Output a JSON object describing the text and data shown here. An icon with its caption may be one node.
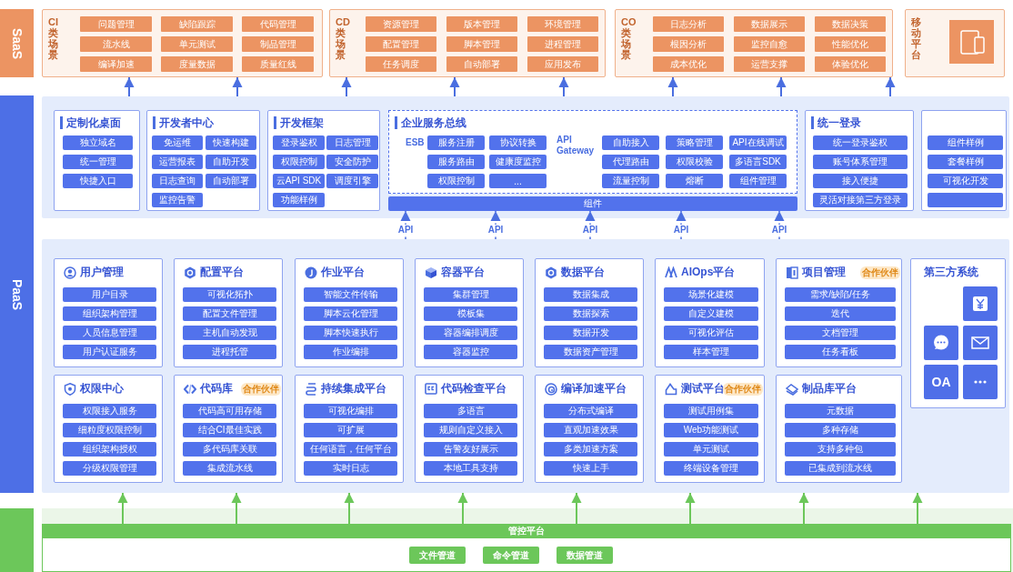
{
  "diagram": {
    "nodes": [
      {
        "text": [
          "CI类场景"
        ]
      },
      {
        "text": [
          "问题管理"
        ],
        "in": 0
      },
      {
        "text": [
          "缺陷跟踪"
        ],
        "in": 0
      },
      {
        "text": [
          "代码管理"
        ],
        "in": 0
      },
      {
        "text": [
          "流水线"
        ],
        "in": 0
      },
      {
        "text": [
          "单元测试"
        ],
        "in": 0
      },
      {
        "text": [
          "制品管理"
        ],
        "in": 0
      },
      {
        "text": [
          "编译加速"
        ],
        "in": 0
      },
      {
        "text": [
          "度量数据"
        ],
        "in": 0
      },
      {
        "text": [
          "质量红线"
        ],
        "in": 0
      },
      {
        "text": [
          "CD类场景"
        ]
      },
      {
        "text": [
          "资源管理"
        ],
        "in": 10
      },
      {
        "text": [
          "版本管理"
        ],
        "in": 10
      },
      {
        "text": [
          "环境管理"
        ],
        "in": 10
      },
      {
        "text": [
          "配置管理"
        ],
        "in": 10
      },
      {
        "text": [
          "脚本管理"
        ],
        "in": 10
      },
      {
        "text": [
          "进程管理"
        ],
        "in": 10
      },
      {
        "text": [
          "任务调度"
        ],
        "in": 10
      },
      {
        "text": [
          "自动部署"
        ],
        "in": 10
      },
      {
        "text": [
          "应用发布"
        ],
        "in": 10
      },
      {
        "text": [
          "CO类场景"
        ]
      },
      {
        "text": [
          "日志分析"
        ],
        "in": 20
      },
      {
        "text": [
          "数据展示"
        ],
        "in": 20
      },
      {
        "text": [
          "数据决策"
        ],
        "in": 20
      },
      {
        "text": [
          "根因分析"
        ],
        "in": 20
      },
      {
        "text": [
          "监控自愈"
        ],
        "in": 20
      },
      {
        "text": [
          "性能优化"
        ],
        "in": 20
      },
      {
        "text": [
          "成本优化"
        ],
        "in": 20
      },
      {
        "text": [
          "运营支撑"
        ],
        "in": 20
      },
      {
        "text": [
          "体验优化"
        ],
        "in": 20
      },
      {
        "text": [
          "移动平台"
        ]
      },
      {
        "text": [],
        "shape": "box"
      },
      {
        "text": [
          "定制化桌面"
        ],
        "in": 31
      },
      {
        "text": [
          "独立域名"
        ],
        "in": 32
      },
      {
        "text": [
          "统一管理"
        ],
        "in": 32
      },
      {
        "text": [
          "快捷入口"
        ],
        "in": 32
      },
      {
        "text": [
          "开发者中心"
        ],
        "in": 31
      },
      {
        "text": [
          "免运维"
        ],
        "in": 36
      },
      {
        "text": [
          "快速构建"
        ],
        "in": 36
      },
      {
        "text": [
          "运营报表"
        ],
        "in": 36
      },
      {
        "text": [
          "自助开发"
        ],
        "in": 36
      },
      {
        "text": [
          "日志查询"
        ],
        "in": 36
      },
      {
        "text": [
          "自动部署"
        ],
        "in": 36
      },
      {
        "text": [
          "监控告警"
        ],
        "in": 36
      },
      {
        "text": [
          "开发框架"
        ],
        "in": 31
      },
      {
        "text": [
          "登录鉴权"
        ],
        "in": 44
      },
      {
        "text": [
          "日志管理"
        ],
        "in": 44
      },
      {
        "text": [
          "权限控制"
        ],
        "in": 44
      },
      {
        "text": [
          "安全防护"
        ],
        "in": 44
      },
      {
        "text": [
          "云API SDK"
        ],
        "in": 44
      },
      {
        "text": [
          "调度引擎"
        ],
        "in": 44
      },
      {
        "text": [
          "功能样例"
        ],
        "in": 44
      },
      {
        "text": [
          "企业服务总线",
          "ESB",
          "API Gateway"
        ],
        "in": 31
      },
      {
        "text": [
          "服务注册"
        ],
        "in": 52
      },
      {
        "text": [
          "协议转换"
        ],
        "in": 52
      },
      {
        "text": [
          "服务路由"
        ],
        "in": 52
      },
      {
        "text": [
          "健康度监控"
        ],
        "in": 52
      },
      {
        "text": [
          "权限控制"
        ],
        "in": 52
      },
      {
        "text": [
          "..."
        ],
        "in": 52
      },
      {
        "text": [
          "自助接入"
        ],
        "in": 52
      },
      {
        "text": [
          "策略管理"
        ],
        "in": 52
      },
      {
        "text": [
          "API在线调试"
        ],
        "in": 52
      },
      {
        "text": [
          "代理路由"
        ],
        "in": 52
      },
      {
        "text": [
          "权限校验"
        ],
        "in": 52
      },
      {
        "text": [
          "多语言SDK"
        ],
        "in": 52
      },
      {
        "text": [
          "流量控制"
        ],
        "in": 52
      },
      {
        "text": [
          "熔断"
        ],
        "in": 52
      },
      {
        "text": [
          "组件管理"
        ],
        "in": 52
      },
      {
        "text": [
          "组件"
        ],
        "in": 31
      },
      {
        "text": [
          "统一登录"
        ],
        "in": 31
      },
      {
        "text": [
          "统一登录鉴权"
        ],
        "in": 69
      },
      {
        "text": [
          "账号体系管理"
        ],
        "in": 69
      },
      {
        "text": [
          "接入便捷"
        ],
        "in": 69
      },
      {
        "text": [
          "灵活对接第三方登录"
        ],
        "in": 69
      },
      {
        "text": [],
        "shape": "box",
        "in": 31
      },
      {
        "text": [
          "组件样例"
        ],
        "in": 74
      },
      {
        "text": [
          "套餐样例"
        ],
        "in": 74
      },
      {
        "text": [
          "可视化开发"
        ],
        "in": 74
      },
      {
        "text": [],
        "shape": "box",
        "in": 74
      },
      {
        "text": [],
        "shape": "box"
      },
      {
        "text": [
          "用户管理"
        ],
        "in": 79
      },
      {
        "text": [
          "用户目录"
        ],
        "in": 80
      },
      {
        "text": [
          "组织架构管理"
        ],
        "in": 80
      },
      {
        "text": [
          "人员信息管理"
        ],
        "in": 80
      },
      {
        "text": [
          "用户认证服务"
        ],
        "in": 80
      },
      {
        "text": [
          "配置平台"
        ],
        "in": 79
      },
      {
        "text": [
          "可视化拓扑"
        ],
        "in": 85
      },
      {
        "text": [
          "配置文件管理"
        ],
        "in": 85
      },
      {
        "text": [
          "主机自动发现"
        ],
        "in": 85
      },
      {
        "text": [
          "进程托管"
        ],
        "in": 85
      },
      {
        "text": [
          "作业平台"
        ],
        "in": 79
      },
      {
        "text": [
          "智能文件传输"
        ],
        "in": 90
      },
      {
        "text": [
          "脚本云化管理"
        ],
        "in": 90
      },
      {
        "text": [
          "脚本快速执行"
        ],
        "in": 90
      },
      {
        "text": [
          "作业编排"
        ],
        "in": 90
      },
      {
        "text": [
          "容器平台"
        ],
        "in": 79
      },
      {
        "text": [
          "集群管理"
        ],
        "in": 95
      },
      {
        "text": [
          "模板集"
        ],
        "in": 95
      },
      {
        "text": [
          "容器编排调度"
        ],
        "in": 95
      },
      {
        "text": [
          "容器监控"
        ],
        "in": 95
      },
      {
        "text": [
          "数据平台"
        ],
        "in": 79
      },
      {
        "text": [
          "数据集成"
        ],
        "in": 100
      },
      {
        "text": [
          "数据探索"
        ],
        "in": 100
      },
      {
        "text": [
          "数据开发"
        ],
        "in": 100
      },
      {
        "text": [
          "数据资产管理"
        ],
        "in": 100
      },
      {
        "text": [
          "AIOps平台"
        ],
        "in": 79
      },
      {
        "text": [
          "场景化建模"
        ],
        "in": 105
      },
      {
        "text": [
          "自定义建模"
        ],
        "in": 105
      },
      {
        "text": [
          "可视化评估"
        ],
        "in": 105
      },
      {
        "text": [
          "样本管理"
        ],
        "in": 105
      },
      {
        "text": [
          "项目管理"
        ],
        "in": 79,
        "beside": [
          "合作伙伴"
        ]
      },
      {
        "text": [
          "需求/缺陷/任务"
        ],
        "in": 110
      },
      {
        "text": [
          "迭代"
        ],
        "in": 110
      },
      {
        "text": [
          "文档管理"
        ],
        "in": 110
      },
      {
        "text": [
          "任务看板"
        ],
        "in": 110
      },
      {
        "text": [
          "第三方系统"
        ],
        "in": 79
      },
      {
        "text": [
          "权限中心"
        ],
        "in": 79
      },
      {
        "text": [
          "权限接入服务"
        ],
        "in": 116
      },
      {
        "text": [
          "细粒度权限控制"
        ],
        "in": 116
      },
      {
        "text": [
          "组织架构授权"
        ],
        "in": 116
      },
      {
        "text": [
          "分级权限管理"
        ],
        "in": 116
      },
      {
        "text": [
          "代码库"
        ],
        "in": 79,
        "beside": [
          "合作伙伴"
        ]
      },
      {
        "text": [
          "代码高可用存储"
        ],
        "in": 121
      },
      {
        "text": [
          "结合CI最佳实践"
        ],
        "in": 121
      },
      {
        "text": [
          "多代码库关联"
        ],
        "in": 121
      },
      {
        "text": [
          "集成流水线"
        ],
        "in": 121
      },
      {
        "text": [
          "持续集成平台"
        ],
        "in": 79
      },
      {
        "text": [
          "可视化编排"
        ],
        "in": 126
      },
      {
        "text": [
          "可扩展"
        ],
        "in": 126
      },
      {
        "text": [
          "任何语言，任何平台"
        ],
        "in": 126
      },
      {
        "text": [
          "实时日志"
        ],
        "in": 126
      },
      {
        "text": [
          "代码检查平台"
        ],
        "in": 79
      },
      {
        "text": [
          "多语言"
        ],
        "in": 131
      },
      {
        "text": [
          "规则自定义接入"
        ],
        "in": 131
      },
      {
        "text": [
          "告警友好展示"
        ],
        "in": 131
      },
      {
        "text": [
          "本地工具支持"
        ],
        "in": 131
      },
      {
        "text": [
          "编译加速平台"
        ],
        "in": 79
      },
      {
        "text": [
          "分布式编译"
        ],
        "in": 136
      },
      {
        "text": [
          "直观加速效果"
        ],
        "in": 136
      },
      {
        "text": [
          "多类加速方案"
        ],
        "in": 136
      },
      {
        "text": [
          "快速上手"
        ],
        "in": 136
      },
      {
        "text": [
          "测试平台"
        ],
        "in": 79,
        "beside": [
          "合作伙伴"
        ]
      },
      {
        "text": [
          "测试用例集"
        ],
        "in": 141
      },
      {
        "text": [
          "Web功能测试"
        ],
        "in": 141
      },
      {
        "text": [
          "单元测试"
        ],
        "in": 141
      },
      {
        "text": [
          "终端设备管理"
        ],
        "in": 141
      },
      {
        "text": [
          "制品库平台"
        ],
        "in": 79
      },
      {
        "text": [
          "元数据"
        ],
        "in": 146
      },
      {
        "text": [
          "多种存储"
        ],
        "in": 146
      },
      {
        "text": [
          "支持多种包"
        ],
        "in": 146
      },
      {
        "text": [
          "已集成到流水线"
        ],
        "in": 146
      },
      {
        "text": [
          "管控平台"
        ]
      },
      {
        "text": [
          "文件管道"
        ],
        "in": 151
      },
      {
        "text": [
          "命令管道"
        ],
        "in": 151
      },
      {
        "text": [
          "数据管道"
        ],
        "in": 151
      }
    ],
    "edges": [
      {
        "from": 31,
        "to": 0,
        "arrow": "to"
      },
      {
        "from": 31,
        "to": 0,
        "arrow": "to"
      },
      {
        "from": 31,
        "to": 10,
        "arrow": "to"
      },
      {
        "from": 31,
        "to": 10,
        "arrow": "to"
      },
      {
        "from": 31,
        "to": 10,
        "arrow": "to"
      },
      {
        "from": 31,
        "to": 20,
        "arrow": "to"
      },
      {
        "from": 31,
        "to": 20,
        "arrow": "to"
      },
      {
        "from": 31,
        "to": 20,
        "arrow": "to"
      },
      {
        "from": 79,
        "to": 68,
        "arrow": "to",
        "label": "API",
        "style": "dashed"
      },
      {
        "from": 79,
        "to": 68,
        "arrow": "to",
        "label": "API",
        "style": "dashed"
      },
      {
        "from": 79,
        "to": 68,
        "arrow": "to",
        "label": "API",
        "style": "dashed"
      },
      {
        "from": 79,
        "to": 68,
        "arrow": "to",
        "label": "API",
        "style": "dashed"
      },
      {
        "from": 79,
        "to": 68,
        "arrow": "to",
        "label": "API",
        "style": "dashed"
      },
      {
        "from": 151,
        "to": 79,
        "arrow": "to",
        "color": "#6cc75a"
      },
      {
        "from": 151,
        "to": 79,
        "arrow": "to",
        "color": "#6cc75a"
      },
      {
        "from": 151,
        "to": 79,
        "arrow": "to",
        "color": "#6cc75a"
      },
      {
        "from": 151,
        "to": 79,
        "arrow": "to",
        "color": "#6cc75a"
      },
      {
        "from": 151,
        "to": 79,
        "arrow": "to",
        "color": "#6cc75a"
      },
      {
        "from": 151,
        "to": 79,
        "arrow": "to",
        "color": "#6cc75a"
      },
      {
        "from": 151,
        "to": 79,
        "arrow": "to",
        "color": "#6cc75a"
      },
      {
        "from": 151,
        "to": 79,
        "arrow": "to",
        "color": "#6cc75a"
      }
    ],
    "labels": [
      "SaaS",
      "PaaS",
      "OA"
    ]
  }
}
